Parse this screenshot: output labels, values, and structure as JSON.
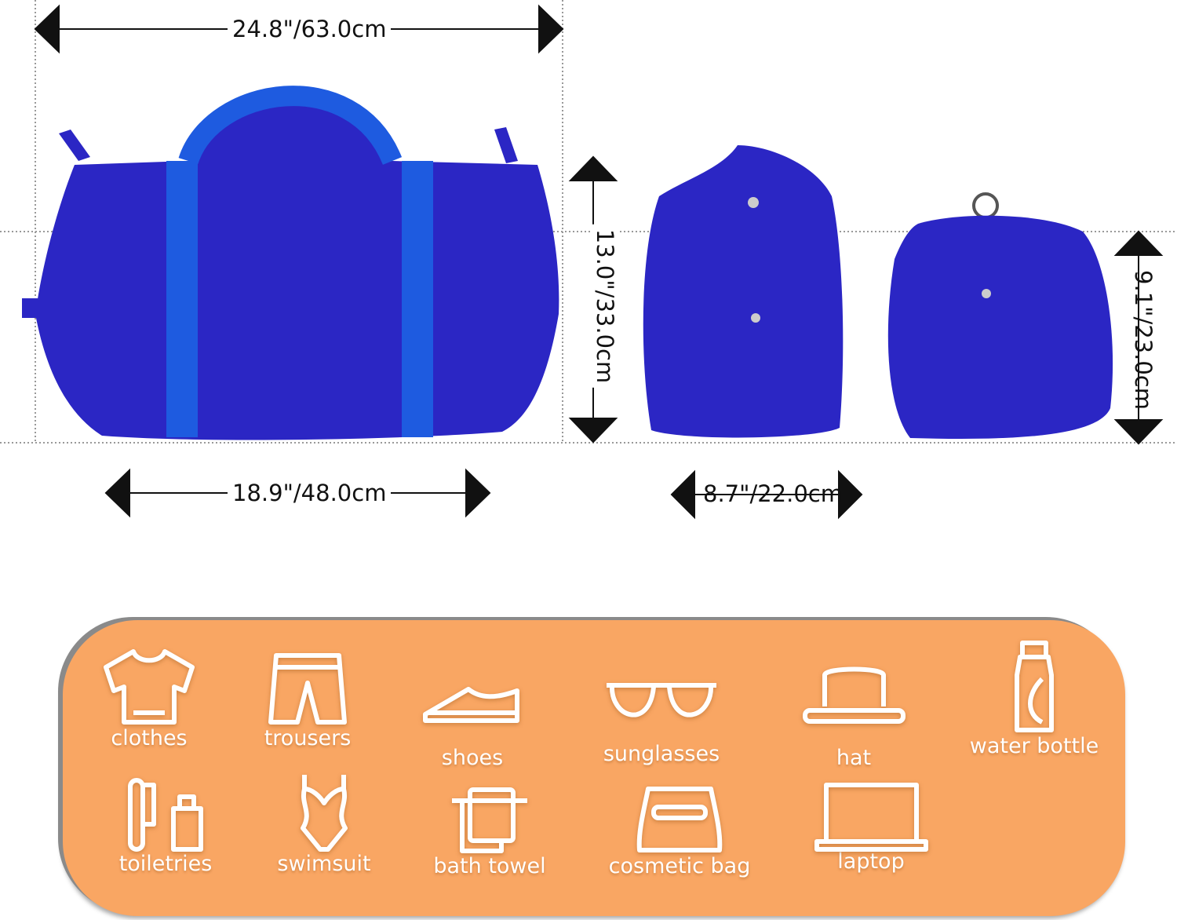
{
  "dimensions": {
    "top_width": "24.8\"/63.0cm",
    "bottom_width": "18.9\"/48.0cm",
    "height": "13.0\"/33.0cm",
    "side_depth": "8.7\"/22.0cm",
    "folded_height": "9.1\"/23.0cm"
  },
  "colors": {
    "bag": "#2B26C4",
    "strap": "#1E5BE0",
    "panel": "#F9A663"
  },
  "items": [
    {
      "label": "clothes",
      "icon": "tshirt-icon"
    },
    {
      "label": "trousers",
      "icon": "shorts-icon"
    },
    {
      "label": "shoes",
      "icon": "sneaker-icon"
    },
    {
      "label": "sunglasses",
      "icon": "sunglasses-icon"
    },
    {
      "label": "hat",
      "icon": "hat-icon"
    },
    {
      "label": "water bottle",
      "icon": "bottle-icon"
    },
    {
      "label": "toiletries",
      "icon": "toiletries-icon"
    },
    {
      "label": "swimsuit",
      "icon": "swimsuit-icon"
    },
    {
      "label": "bath towel",
      "icon": "towel-icon"
    },
    {
      "label": "cosmetic bag",
      "icon": "cosmetic-bag-icon"
    },
    {
      "label": "laptop",
      "icon": "laptop-icon"
    }
  ]
}
